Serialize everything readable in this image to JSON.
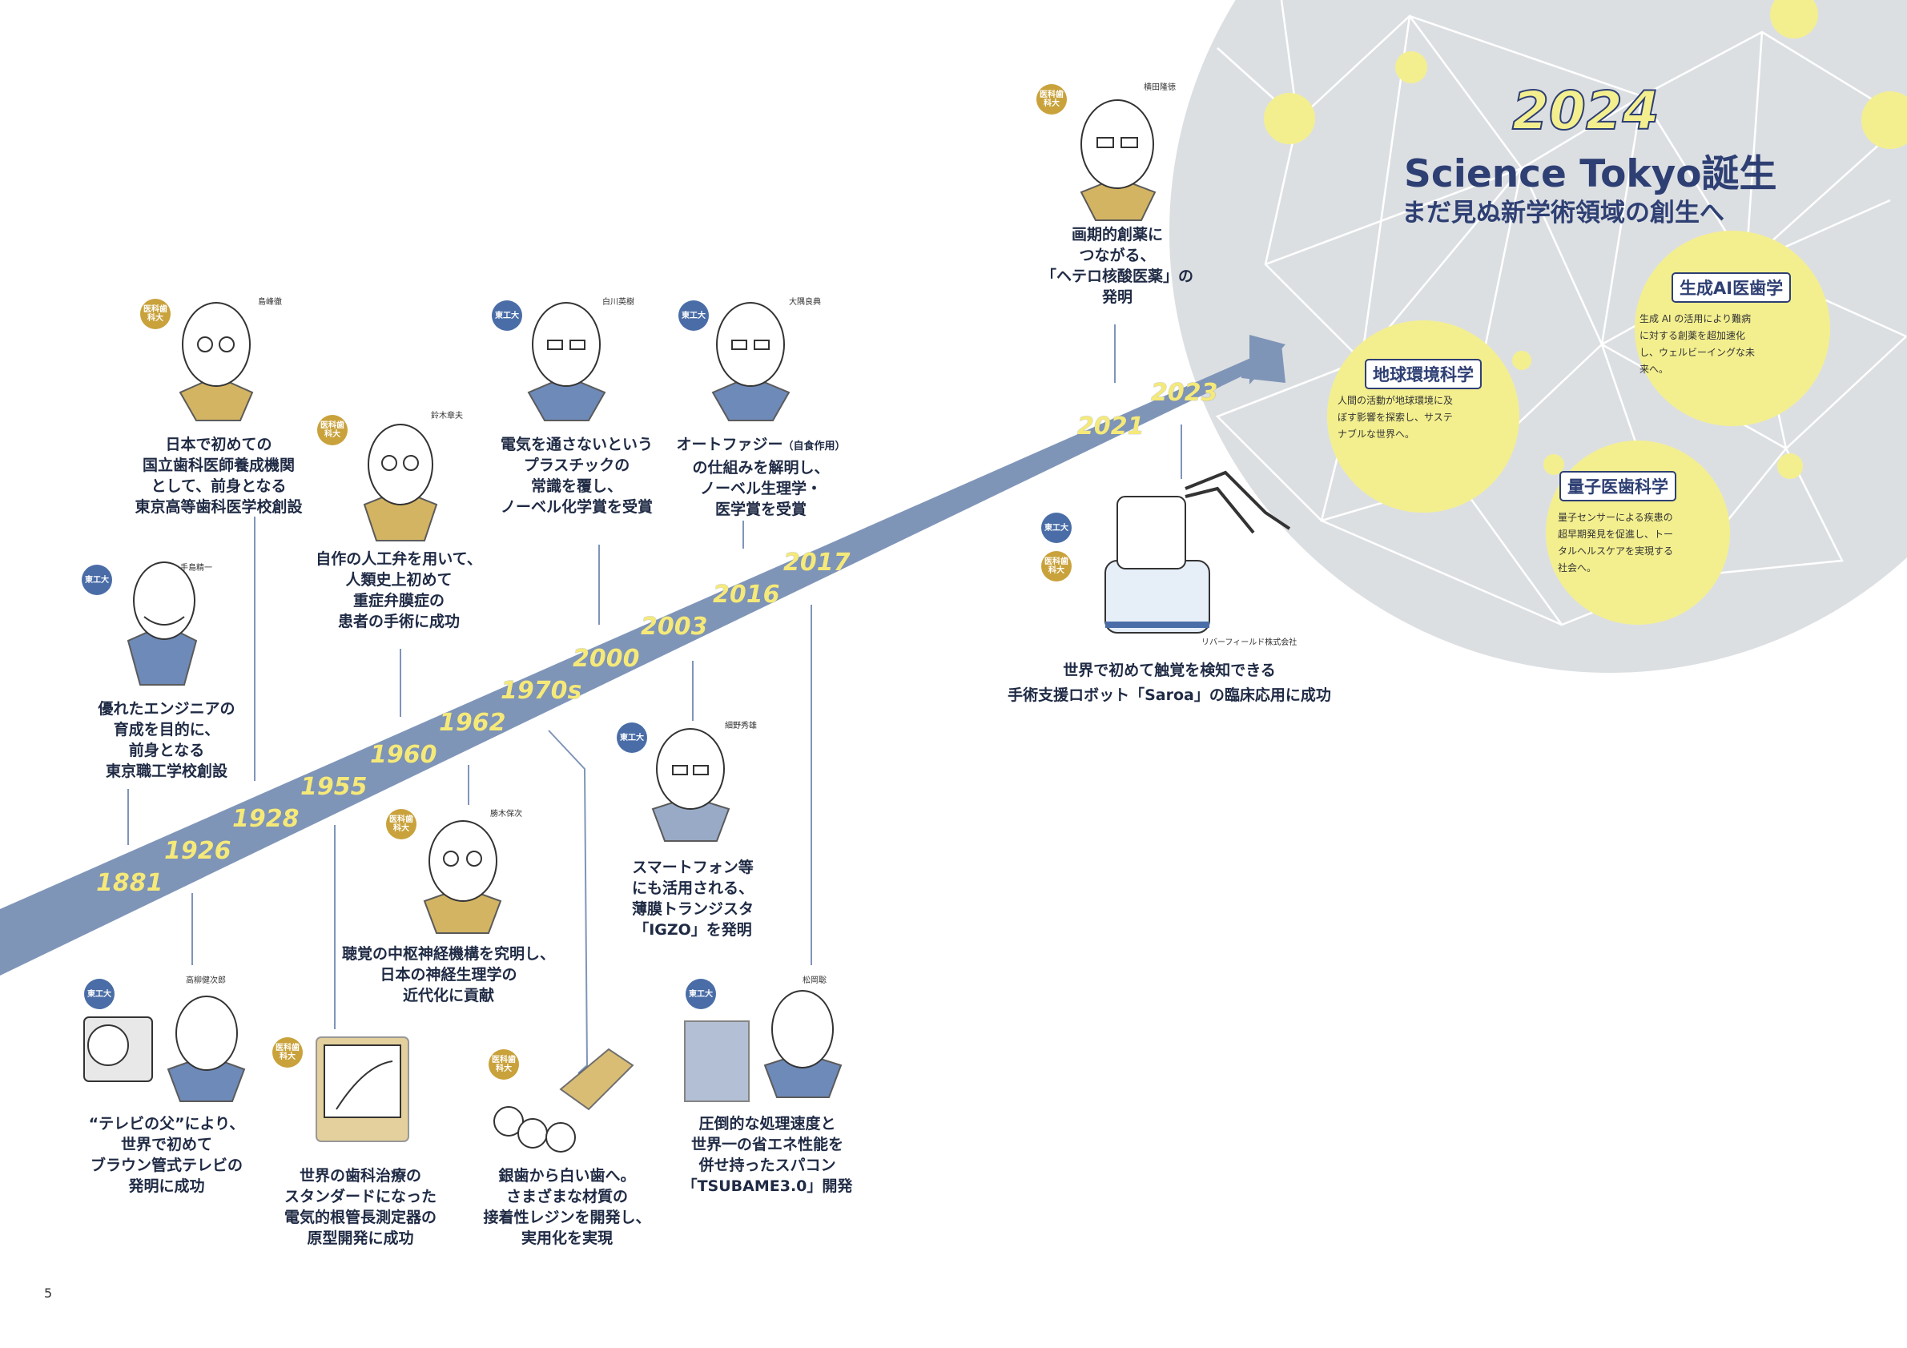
{
  "page_number": "5",
  "hero": {
    "year": "2024",
    "title": "Science Tokyo誕生",
    "subtitle": "まだ見ぬ新学術領域の創生へ"
  },
  "fields": [
    {
      "title": "地球環境科学",
      "text": [
        "人間の活動が地球環境に及",
        "ぼす影響を探索し、サステ",
        "ナブルな世界へ。"
      ]
    },
    {
      "title": "生成AI医歯学",
      "text": [
        "生成 AI の活用により難病",
        "に対する創薬を超加速化",
        "し、ウェルビーイングな未",
        "来へ。"
      ]
    },
    {
      "title": "量子医歯科学",
      "text": [
        "量子センサーによる疾患の",
        "超早期発見を促進し、トー",
        "タルヘルスケアを実現する",
        "社会へ。"
      ]
    }
  ],
  "timeline_years": [
    "1881",
    "1926",
    "1928",
    "1955",
    "1960",
    "1962",
    "1970s",
    "2000",
    "2003",
    "2016",
    "2017",
    "2021",
    "2023"
  ],
  "badges": {
    "tokodai": "東工大",
    "ikashika": "医科歯科大"
  },
  "events": {
    "tejima": {
      "name": "手島精一",
      "caption": [
        "優れたエンジニアの",
        "育成を目的に、",
        "前身となる",
        "東京職工学校創設"
      ]
    },
    "shimamine": {
      "name": "島峰徹",
      "caption": [
        "日本で初めての",
        "国立歯科医師養成機関",
        "として、前身となる",
        "東京高等歯科医学校創設"
      ]
    },
    "takayanagi": {
      "name": "高柳健次郎",
      "caption": [
        "“テレビの父”により、",
        "世界で初めて",
        "ブラウン管式テレビの",
        "発明に成功"
      ]
    },
    "measure": {
      "caption": [
        "世界の歯科治療の",
        "スタンダードになった",
        "電気的根管長測定器の",
        "原型開発に成功"
      ]
    },
    "suzuki": {
      "name": "鈴木章夫",
      "caption": [
        "自作の人工弁を用いて、",
        "人類史上初めて",
        "重症弁膜症の",
        "患者の手術に成功"
      ]
    },
    "katsuki": {
      "name": "勝木保次",
      "caption": [
        "聴覚の中枢神経機構を究明し、",
        "日本の神経生理学の",
        "近代化に貢献"
      ]
    },
    "resin": {
      "caption": [
        "銀歯から白い歯へ。",
        "さまざまな材質の",
        "接着性レジンを開発し、",
        "実用化を実現"
      ]
    },
    "shirakawa": {
      "name": "白川英樹",
      "caption": [
        "電気を通さないという",
        "プラスチックの",
        "常識を覆し、",
        "ノーベル化学賞を受賞"
      ]
    },
    "hosono": {
      "name": "細野秀雄",
      "caption": [
        "スマートフォン等",
        "にも活用される、",
        "薄膜トランジスタ",
        "「IGZO」を発明"
      ]
    },
    "ohsumi": {
      "name": "大隅良典",
      "caption_first": "オートファジー",
      "caption_note": "（自食作用）",
      "caption": [
        "の仕組みを解明し、",
        "ノーベル生理学・",
        "医学賞を受賞"
      ]
    },
    "matsuoka": {
      "name": "松岡聡",
      "caption": [
        "圧倒的な処理速度と",
        "世界一の省エネ性能を",
        "併せ持ったスパコン",
        "「TSUBAME3.0」開発"
      ]
    },
    "yokota": {
      "name": "横田隆徳",
      "caption": [
        "画期的創薬に",
        "つながる、",
        "「ヘテロ核酸医薬」の",
        "発明"
      ]
    },
    "saroa": {
      "credit": "リバーフィールド株式会社",
      "caption": [
        "世界で初めて触覚を検知できる",
        "手術支援ロボット「Saroa」の臨床応用に成功"
      ]
    }
  },
  "colors": {
    "navy": "#2e3f73",
    "band": "#7f95b8",
    "yellow": "#f3ef8f",
    "gray_sphere": "#dcdfe2",
    "tokodai_blue": "#4a6da7",
    "gold": "#c9a23c"
  }
}
